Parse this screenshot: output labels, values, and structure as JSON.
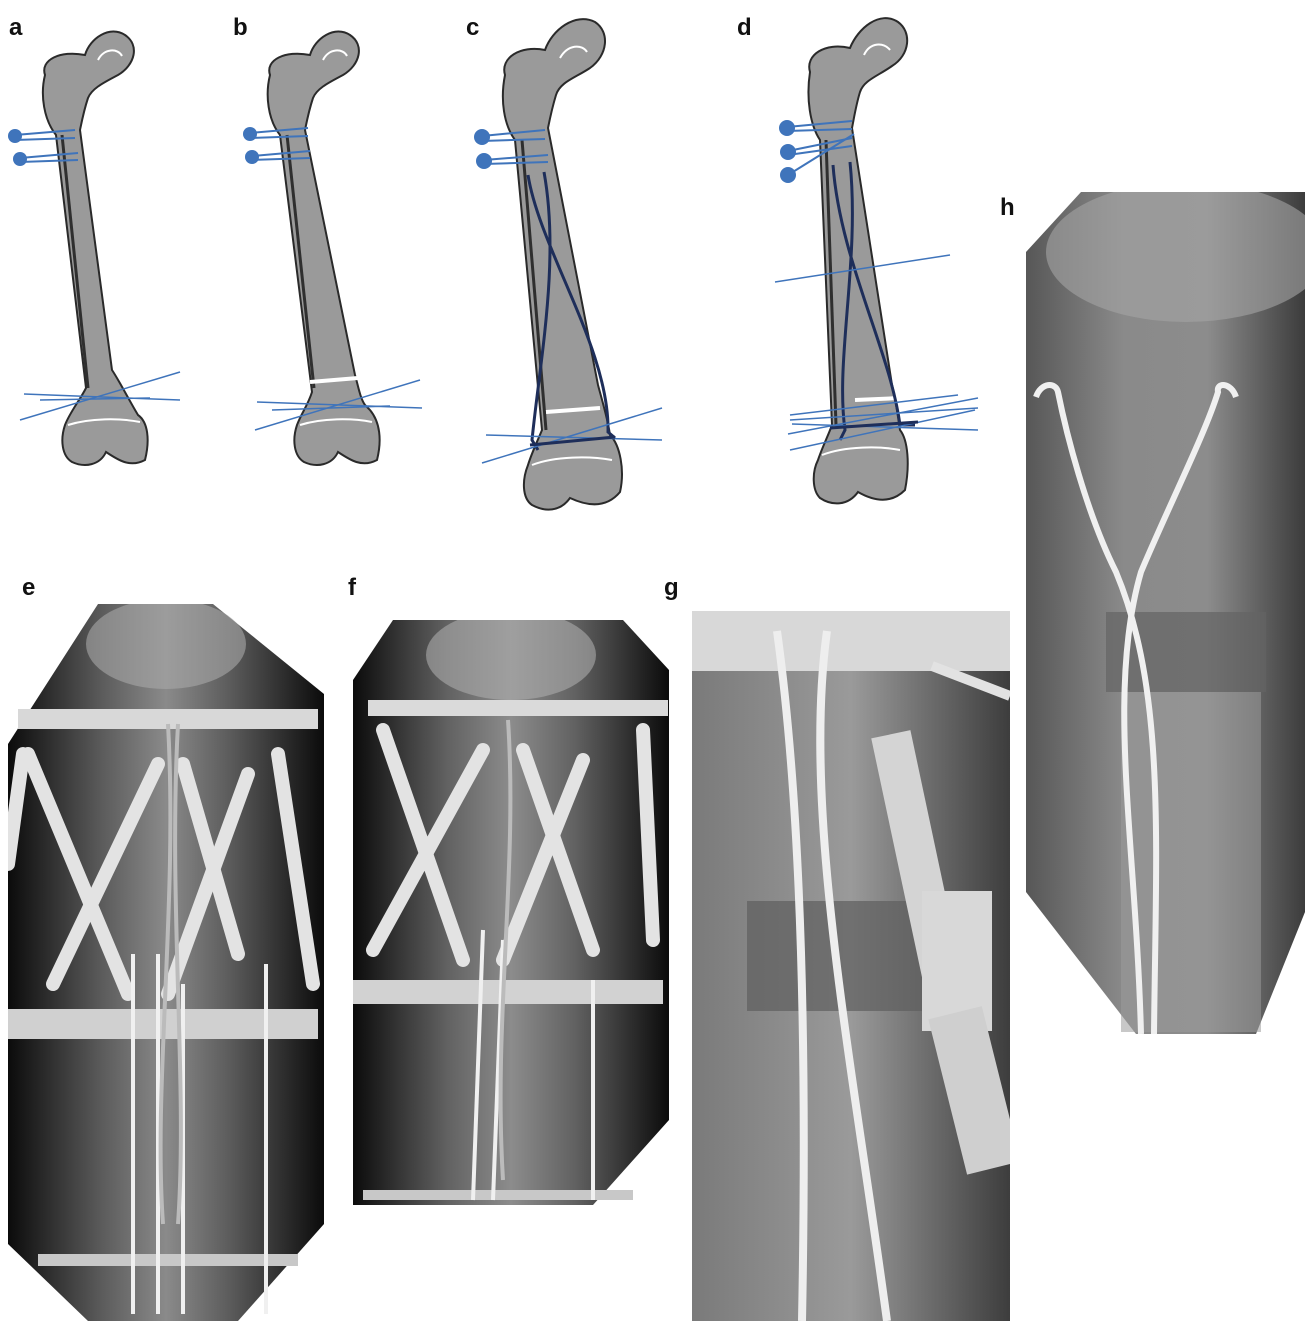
{
  "panels": {
    "a": "a",
    "b": "b",
    "c": "c",
    "d": "d",
    "e": "e",
    "f": "f",
    "g": "g",
    "h": "h"
  },
  "colors": {
    "bone_fill": "#9a9a9a",
    "bone_outline": "#2a2a2a",
    "wire_blue": "#3f74bb",
    "nail_navy": "#1e2e5a",
    "physis_white": "#ffffff",
    "xray_dark": "#0d0d0d",
    "xray_metal": "#e8e8e8"
  }
}
